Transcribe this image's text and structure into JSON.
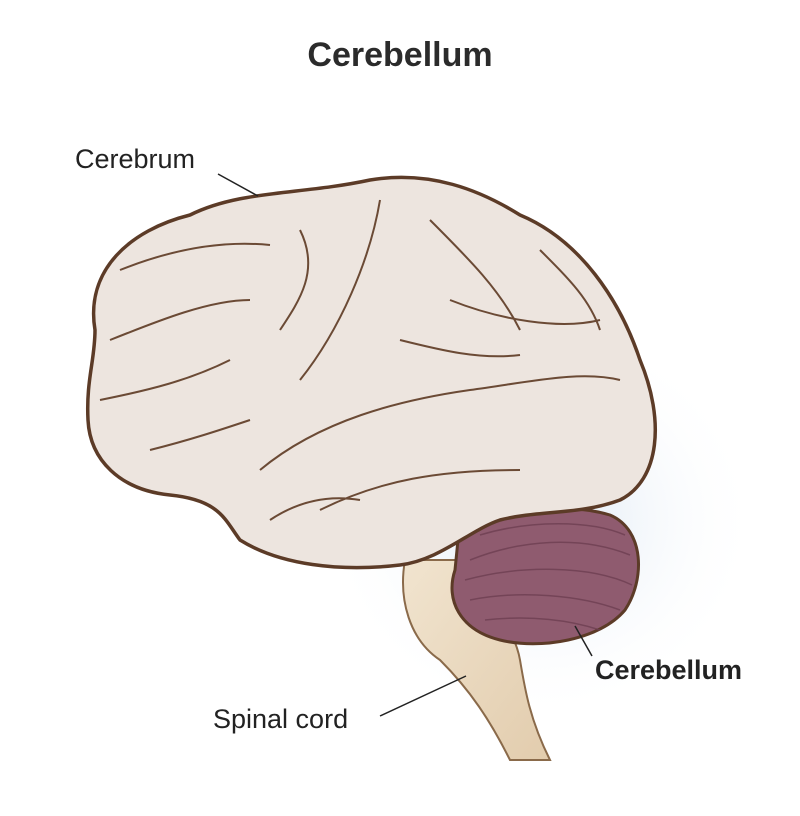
{
  "title": "Cerebellum",
  "labels": {
    "cerebrum": "Cerebrum",
    "cerebellum": "Cerebellum",
    "spinal_cord": "Spinal cord"
  },
  "colors": {
    "cerebrum_fill": "#ede5df",
    "outline": "#5c3b27",
    "cerebellum_fill": "#8f5b6f",
    "brainstem_fill": "#ecdcc3",
    "glow": "#dbe6f2"
  }
}
